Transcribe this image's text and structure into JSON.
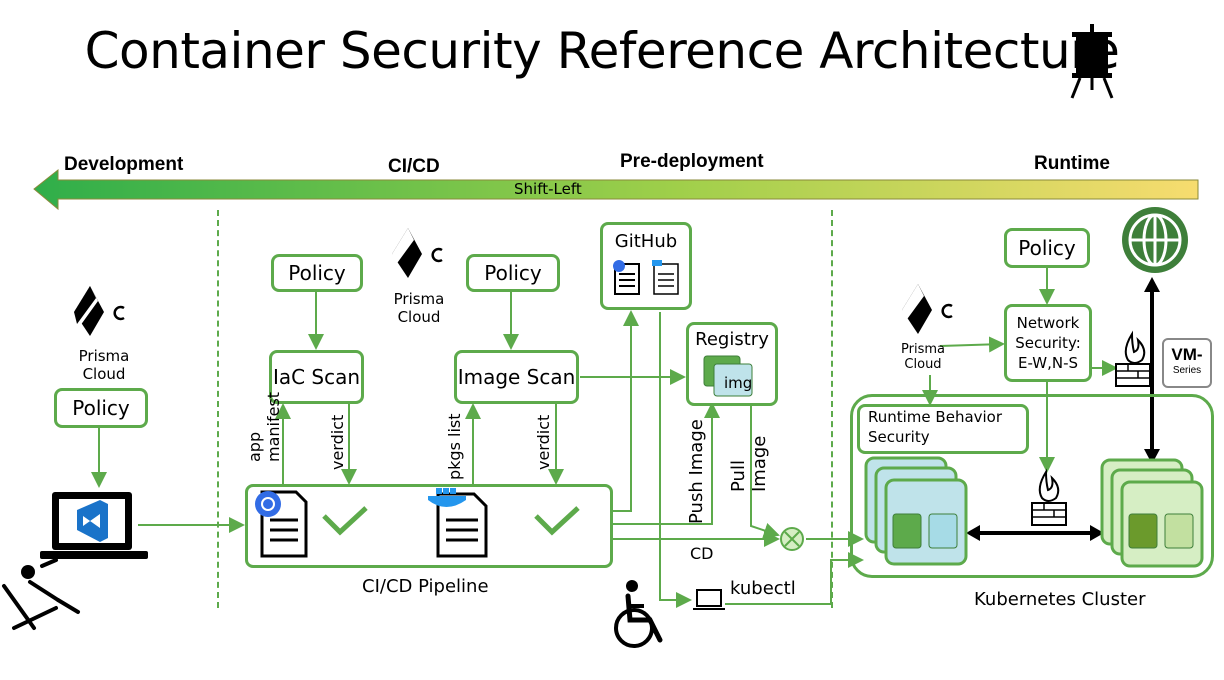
{
  "title": "Container Security Reference Architecture",
  "phases": {
    "development": "Development",
    "cicd": "CI/CD",
    "predeployment": "Pre-deployment",
    "runtime": "Runtime"
  },
  "shift_left": "Shift-Left",
  "prisma": {
    "line1": "Prisma",
    "line2": "Cloud"
  },
  "policy": "Policy",
  "iac_scan": "IaC Scan",
  "image_scan": "Image Scan",
  "github": "GitHub",
  "registry": "Registry",
  "img": "img",
  "app_manifest": {
    "line1": "app",
    "line2": "manifest"
  },
  "verdict": "verdict",
  "pkgs_list": "pkgs list",
  "push_image": "Push Image",
  "pull_image": {
    "line1": "Pull",
    "line2": "Image"
  },
  "cicd_pipeline": "CI/CD Pipeline",
  "cd": "CD",
  "kubectl": "kubectl",
  "network_security": {
    "line1": "Network",
    "line2": "Security:",
    "line3": "E-W,N-S"
  },
  "runtime_behavior": {
    "line1": "Runtime Behavior",
    "line2": "Security"
  },
  "vm_series": {
    "line1": "VM-",
    "line2": "Series"
  },
  "kubernetes_cluster": "Kubernetes Cluster",
  "colors": {
    "accent_green": "#5daa4b",
    "dark_green": "#3e7f3a",
    "pod_blue": "#bfe3ea",
    "pod_green": "#d6eec4",
    "gradient_start": "#2fae4a",
    "gradient_end": "#f7dc6f"
  }
}
